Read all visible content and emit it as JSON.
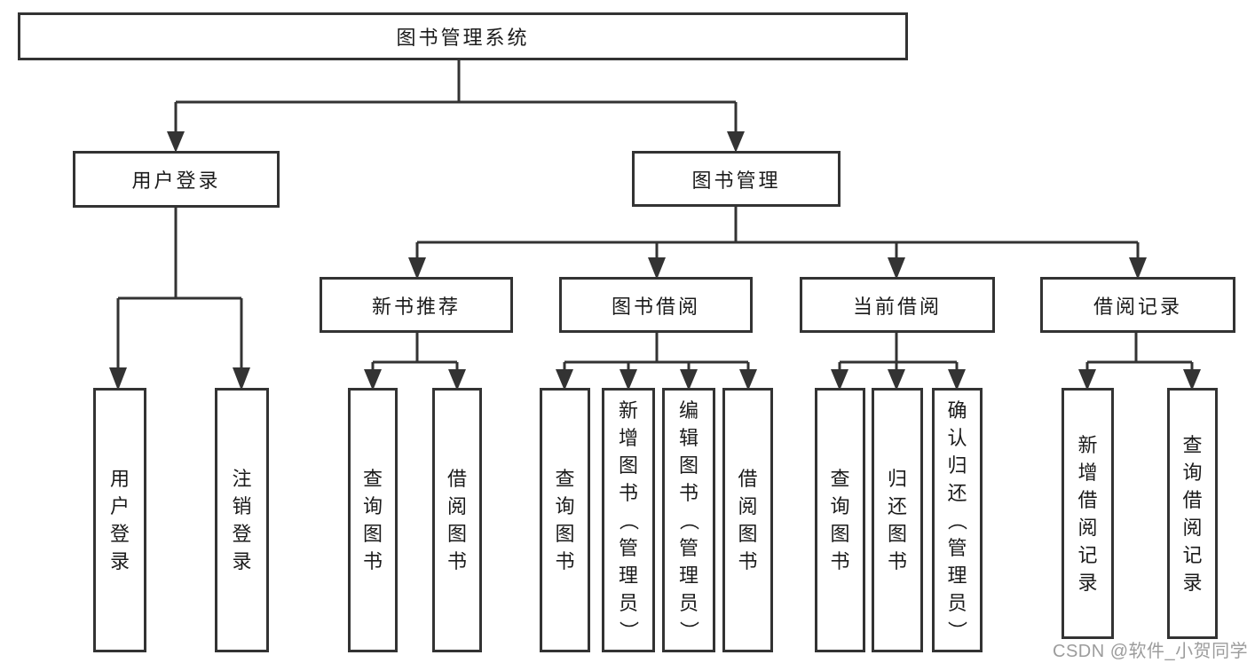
{
  "tree": {
    "root": {
      "label": "图书管理系统"
    },
    "branches": [
      {
        "label": "用户登录",
        "children": [
          "用户登录",
          "注销登录"
        ]
      },
      {
        "label": "图书管理",
        "sections": [
          {
            "label": "新书推荐",
            "children": [
              "查询图书",
              "借阅图书"
            ]
          },
          {
            "label": "图书借阅",
            "children": [
              "查询图书",
              "新增图书（管理员）",
              "编辑图书（管理员）",
              "借阅图书"
            ]
          },
          {
            "label": "当前借阅",
            "children": [
              "查询图书",
              "归还图书",
              "确认归还（管理员）"
            ]
          },
          {
            "label": "借阅记录",
            "children": [
              "新增借阅记录",
              "查询借阅记录"
            ]
          }
        ]
      }
    ]
  },
  "watermark": {
    "text": "CSDN @软件_小贺同学"
  },
  "colors": {
    "line": "#333333",
    "border": "#333333",
    "text": "#1b1b1b",
    "watermark": "#9c9c9c",
    "background": "#ffffff"
  }
}
